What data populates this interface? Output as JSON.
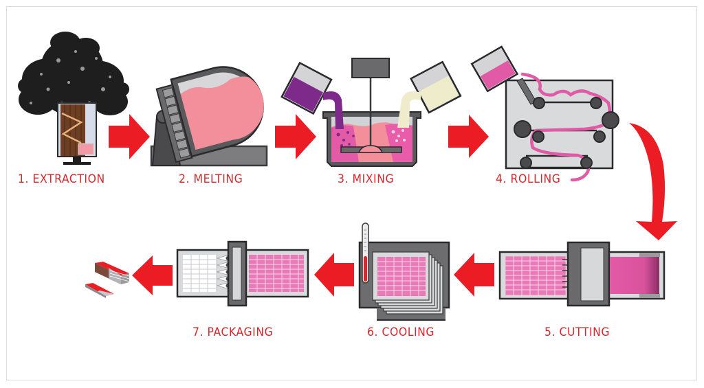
{
  "diagram": {
    "type": "process-flow",
    "colors": {
      "arrow": "#ec1c24",
      "label": "#d3282d",
      "machine_dark": "#4a4a4c",
      "machine_mid": "#7d7d80",
      "machine_light": "#d9dadc",
      "pink": "#e56bb0",
      "light_pink": "#f19aa2",
      "purple": "#7e2a8a",
      "cream": "#efeccc",
      "brown": "#7a4a2a"
    },
    "steps": [
      {
        "number": 1,
        "label": "1. EXTRACTION",
        "icon": "tree-tapping-icon"
      },
      {
        "number": 2,
        "label": "2. MELTING",
        "icon": "melting-drum-icon"
      },
      {
        "number": 3,
        "label": "3. MIXING",
        "icon": "mixing-vat-icon"
      },
      {
        "number": 4,
        "label": "4. ROLLING",
        "icon": "rolling-machine-icon"
      },
      {
        "number": 5,
        "label": "5. CUTTING",
        "icon": "cutting-machine-icon"
      },
      {
        "number": 6,
        "label": "6. COOLING",
        "icon": "cooling-chamber-icon"
      },
      {
        "number": 7,
        "label": "7. PACKAGING",
        "icon": "packaging-machine-icon"
      }
    ],
    "final_product": {
      "icon": "gum-packs-icon"
    },
    "arrows": [
      {
        "from": 1,
        "to": 2,
        "direction": "right"
      },
      {
        "from": 2,
        "to": 3,
        "direction": "right"
      },
      {
        "from": 3,
        "to": 4,
        "direction": "right"
      },
      {
        "from": 4,
        "to": 5,
        "direction": "curved-down"
      },
      {
        "from": 5,
        "to": 6,
        "direction": "left"
      },
      {
        "from": 6,
        "to": 7,
        "direction": "left"
      },
      {
        "from": 7,
        "to": "product",
        "direction": "left"
      }
    ]
  }
}
